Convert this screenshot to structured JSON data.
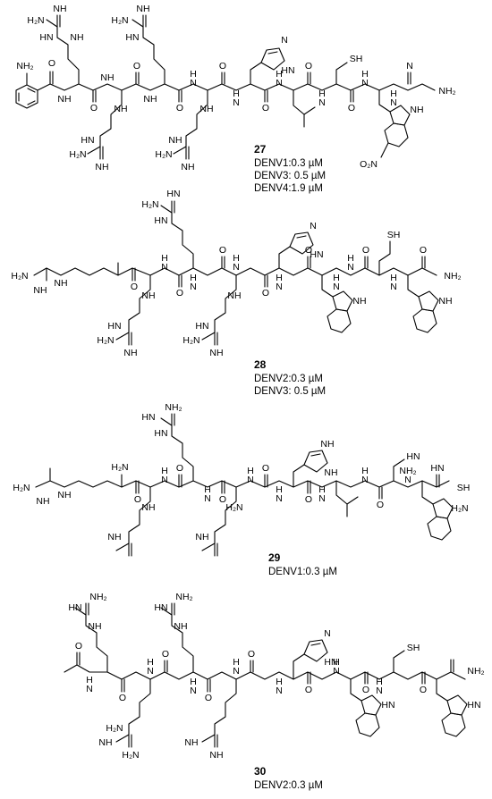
{
  "compounds": [
    {
      "id": "27",
      "activities": [
        "DENV1:0.3 µM",
        "DENV3: 0.5 µM",
        "DENV4:1.9 µM"
      ],
      "labels": [
        "NH",
        "H₂N",
        "NH₂",
        "NH",
        "H₂N",
        "NH",
        "HN",
        "HN",
        "NH",
        "NH",
        "O",
        "NH",
        "O",
        "H",
        "N",
        "O",
        "H",
        "N",
        "O",
        "H",
        "N",
        "O",
        "H",
        "N",
        "O",
        "N",
        "O",
        "H",
        "N",
        "H",
        "N",
        "O",
        "NH₂",
        "N",
        "HN",
        "SH",
        "NH",
        "NH",
        "HN",
        "NH",
        "NH",
        "H₂N",
        "NH",
        "H₂N",
        "NH",
        "O₂N"
      ]
    },
    {
      "id": "28",
      "activities": [
        "DENV2:0.3 µM",
        "DENV3: 0.5 µM"
      ],
      "labels": [
        "H₂N",
        "NH",
        "NH",
        "HN",
        "H₂N",
        "HN",
        "H",
        "N",
        "O",
        "H",
        "N",
        "O",
        "H",
        "N",
        "O",
        "H",
        "N",
        "O",
        "H",
        "N",
        "O",
        "H",
        "N",
        "O",
        "H",
        "N",
        "O",
        "NH₂",
        "N",
        "HN",
        "SH",
        "NH",
        "NH",
        "HN",
        "HN",
        "H₂N",
        "NH",
        "H₂N",
        "NH",
        "NH",
        "NH"
      ]
    },
    {
      "id": "29",
      "activities": [
        "DENV1:0.3 µM"
      ],
      "labels": [
        "HN",
        "NH₂",
        "H₂N",
        "NH",
        "NH",
        "H₂N",
        "HN",
        "H",
        "N",
        "O",
        "H",
        "N",
        "O",
        "H",
        "N",
        "O",
        "H",
        "N",
        "O",
        "H",
        "N",
        "O",
        "H",
        "N",
        "O",
        "NH₂",
        "N",
        "HN",
        "SH",
        "NH",
        "NH",
        "HN",
        "H₂N",
        "NH",
        "H₂N",
        "NH",
        "NH"
      ]
    },
    {
      "id": "30",
      "activities": [
        "DENV2:0.3 µM"
      ],
      "labels": [
        "HN",
        "NH₂",
        "HN",
        "NH₂",
        "NH",
        "NH",
        "O",
        "H",
        "N",
        "O",
        "H",
        "N",
        "O",
        "H",
        "N",
        "O",
        "H",
        "N",
        "O",
        "H",
        "N",
        "O",
        "H",
        "N",
        "O",
        "H",
        "N",
        "O",
        "NH₂",
        "N",
        "HN",
        "SH",
        "HN",
        "HN",
        "H₂N",
        "NH",
        "H₂N",
        "NH",
        "NH",
        "NH"
      ]
    }
  ]
}
